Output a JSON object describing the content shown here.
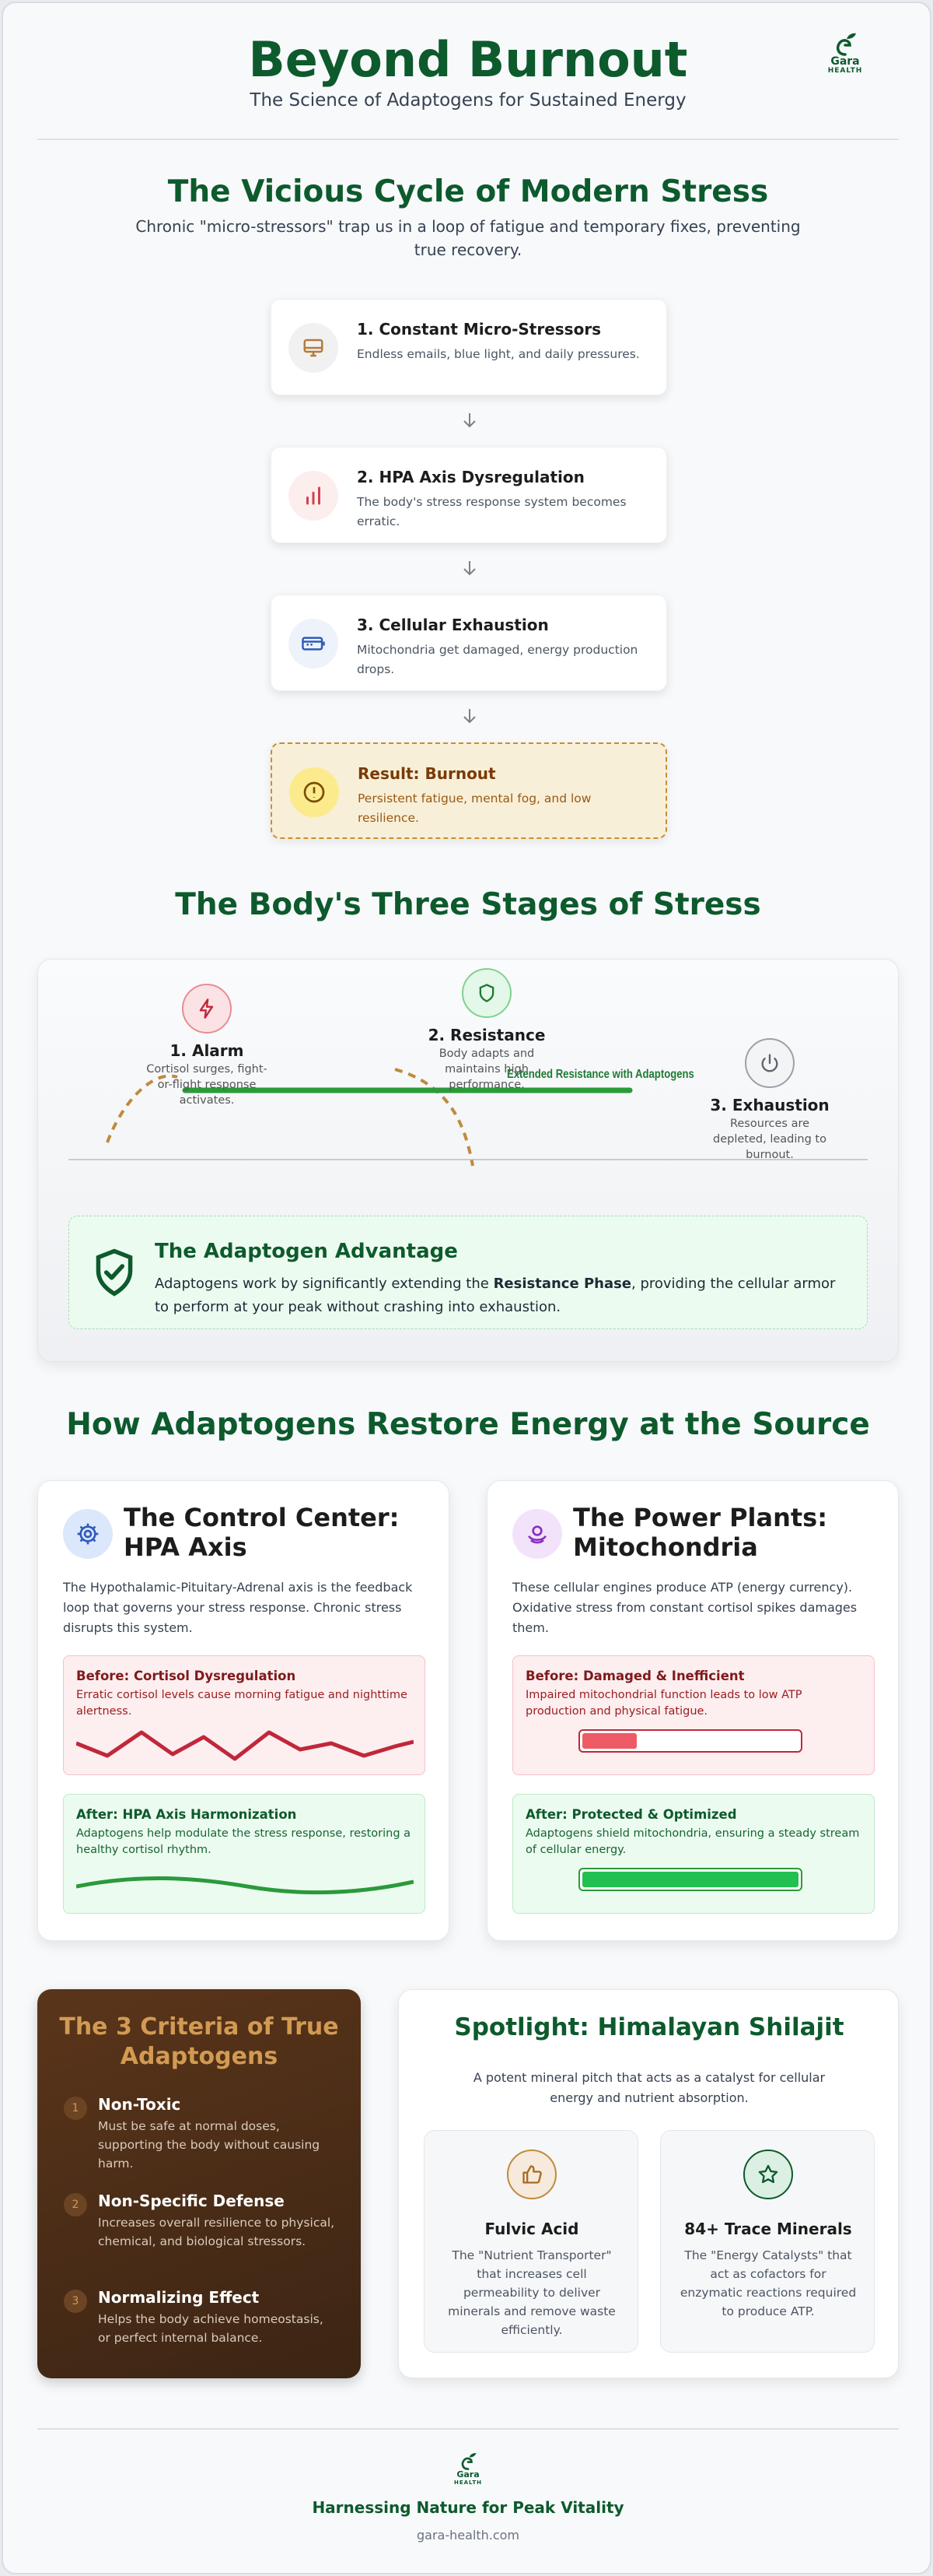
{
  "header": {
    "title": "Beyond Burnout",
    "subtitle": "The Science of Adaptogens for Sustained Energy",
    "logo": {
      "line1": "Gara",
      "line2": "HEALTH"
    }
  },
  "cycle": {
    "heading": "The Vicious Cycle of Modern Stress",
    "intro": "Chronic \"micro-stressors\" trap us in a loop of fatigue and temporary fixes, preventing true recovery.",
    "steps": [
      {
        "title": "1. Constant Micro-Stressors",
        "desc": "Endless emails, blue light, and daily pressures.",
        "icon": "monitor-icon"
      },
      {
        "title": "2. HPA Axis Dysregulation",
        "desc": "The body's stress response system becomes erratic.",
        "icon": "bar-chart-icon"
      },
      {
        "title": "3. Cellular Exhaustion",
        "desc": "Mitochondria get damaged, energy production drops.",
        "icon": "battery-icon"
      }
    ],
    "result": {
      "title": "Result: Burnout",
      "desc": "Persistent fatigue, mental fog, and low resilience.",
      "icon": "alert-icon"
    }
  },
  "stages": {
    "heading": "The Body's Three Stages of Stress",
    "alarm": {
      "title": "1. Alarm",
      "desc": "Cortisol surges, fight-or-flight response activates.",
      "icon": "lightning-icon"
    },
    "resistance": {
      "title": "2. Resistance",
      "desc": "Body adapts and maintains high performance.",
      "icon": "shield-icon"
    },
    "exhaustion": {
      "title": "3. Exhaustion",
      "desc": "Resources are depleted, leading to burnout.",
      "icon": "power-icon"
    },
    "extended_label": "Extended Resistance with Adaptogens",
    "advantage": {
      "title": "The Adaptogen Advantage",
      "desc_before": "Adaptogens work by significantly extending the ",
      "desc_bold": "Resistance Phase",
      "desc_after": ", providing the cellular armor to perform at your peak without crashing into exhaustion."
    }
  },
  "restore": {
    "heading": "How Adaptogens Restore Energy at the Source",
    "hpa": {
      "title": "The Control Center: HPA Axis",
      "desc": "The Hypothalamic-Pituitary-Adrenal axis is the feedback loop that governs your stress response. Chronic stress disrupts this system.",
      "before_title": "Before: Cortisol Dysregulation",
      "before_desc": "Erratic cortisol levels cause morning fatigue and nighttime alertness.",
      "after_title": "After: HPA Axis Harmonization",
      "after_desc": "Adaptogens help modulate the stress response, restoring a healthy cortisol rhythm."
    },
    "mito": {
      "title": "The Power Plants: Mitochondria",
      "desc": "These cellular engines produce ATP (energy currency). Oxidative stress from constant cortisol spikes damages them.",
      "before_title": "Before: Damaged & Inefficient",
      "before_desc": "Impaired mitochondrial function leads to low ATP production and physical fatigue.",
      "before_level": 0.25,
      "after_title": "After: Protected & Optimized",
      "after_desc": "Adaptogens shield mitochondria, ensuring a steady stream of cellular energy.",
      "after_level": 1.0
    }
  },
  "criteria": {
    "heading": "The 3 Criteria of True Adaptogens",
    "items": [
      {
        "num": "1",
        "title": "Non-Toxic",
        "desc": "Must be safe at normal doses, supporting the body without causing harm."
      },
      {
        "num": "2",
        "title": "Non-Specific Defense",
        "desc": "Increases overall resilience to physical, chemical, and biological stressors."
      },
      {
        "num": "3",
        "title": "Normalizing Effect",
        "desc": "Helps the body achieve homeostasis, or perfect internal balance."
      }
    ]
  },
  "spotlight": {
    "heading": "Spotlight: Himalayan Shilajit",
    "desc": "A potent mineral pitch that acts as a catalyst for cellular energy and nutrient absorption.",
    "fulvic": {
      "title": "Fulvic Acid",
      "desc": "The \"Nutrient Transporter\" that increases cell permeability to deliver minerals and remove waste efficiently.",
      "icon": "thumbs-up-icon"
    },
    "minerals": {
      "title": "84+ Trace Minerals",
      "desc": "The \"Energy Catalysts\" that act as cofactors for enzymatic reactions required to produce ATP.",
      "icon": "star-icon"
    }
  },
  "footer": {
    "tagline": "Harnessing Nature for Peak Vitality",
    "url": "gara-health.com"
  },
  "colors": {
    "brand_green": "#0d5a2d",
    "accent_amber": "#c8902c",
    "alert_red": "#c0283a",
    "ok_green": "#2a9a3a"
  }
}
